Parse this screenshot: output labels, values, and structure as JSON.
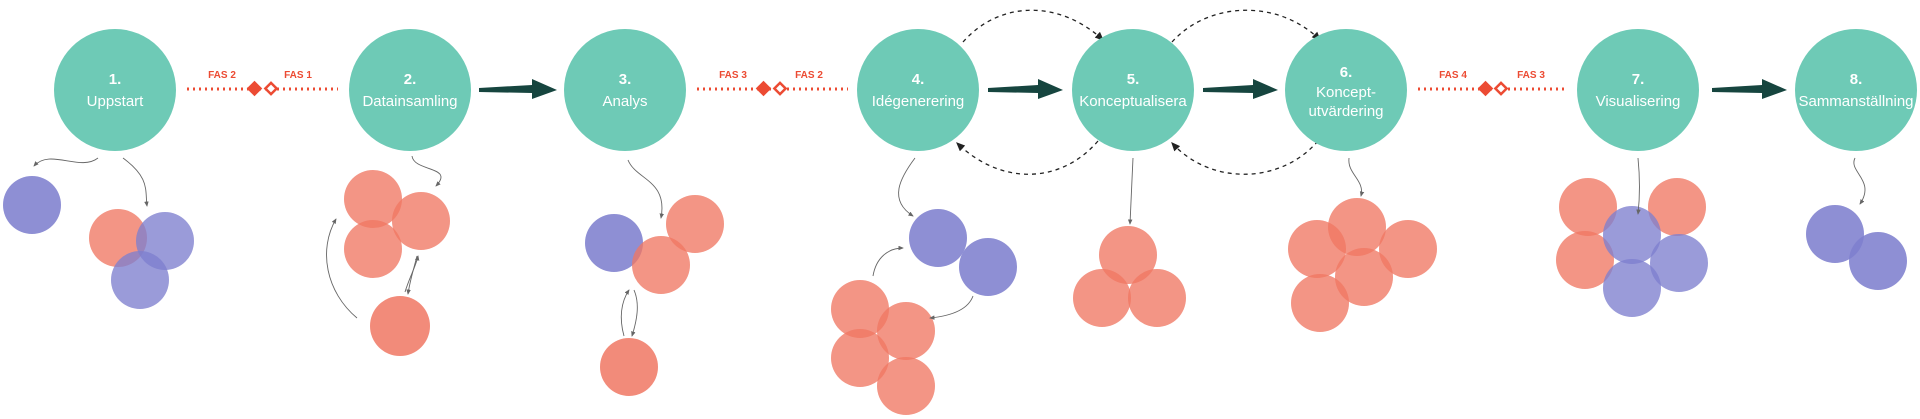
{
  "colors": {
    "stage": "#6ecab6",
    "stage_text": "#ffffff",
    "red": "#f07763",
    "blue": "#7e7fce",
    "accent": "#ec4b33",
    "arrow": "#16453f",
    "loop": "#222222",
    "thin": "#666666"
  },
  "stages": [
    {
      "num": "1.",
      "lines": [
        "Uppstart"
      ]
    },
    {
      "num": "2.",
      "lines": [
        "Datainsamling"
      ]
    },
    {
      "num": "3.",
      "lines": [
        "Analys"
      ]
    },
    {
      "num": "4.",
      "lines": [
        "Idégenerering"
      ]
    },
    {
      "num": "5.",
      "lines": [
        "Konceptualisera"
      ]
    },
    {
      "num": "6.",
      "lines": [
        "Koncept-",
        "utvärdering"
      ]
    },
    {
      "num": "7.",
      "lines": [
        "Visualisering"
      ]
    },
    {
      "num": "8.",
      "lines": [
        "Sammanställning"
      ]
    }
  ],
  "phase_gates": [
    {
      "left_label": "FAS 2",
      "right_label": "FAS 1"
    },
    {
      "left_label": "FAS 3",
      "right_label": "FAS 2"
    },
    {
      "left_label": "FAS 4",
      "right_label": "FAS 3"
    }
  ]
}
